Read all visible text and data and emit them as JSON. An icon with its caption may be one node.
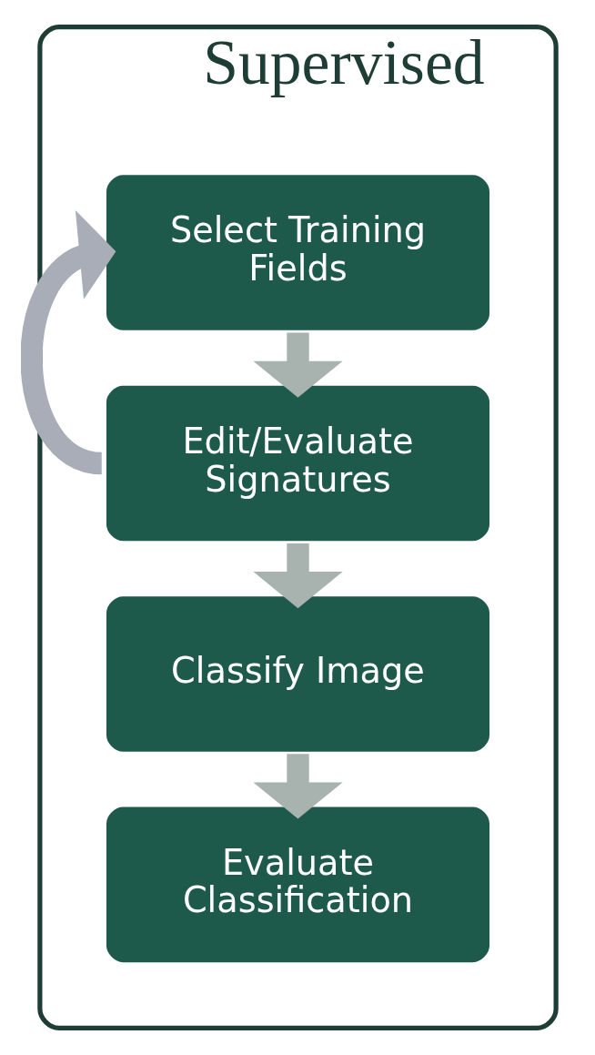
{
  "diagram": {
    "nodes": [
      {
        "text": [
          "Supervised"
        ]
      },
      {
        "text": [
          "Select Training Fields"
        ],
        "in": 0
      },
      {
        "text": [
          "Edit/Evaluate Signatures"
        ],
        "in": 0
      },
      {
        "text": [
          "Classify Image"
        ],
        "in": 0
      },
      {
        "text": [
          "Evaluate Classification"
        ],
        "in": 0
      }
    ],
    "edges": [
      {
        "from": 1,
        "to": 2,
        "arrow": "to"
      },
      {
        "from": 2,
        "to": 3,
        "arrow": "to"
      },
      {
        "from": 3,
        "to": 4,
        "arrow": "to"
      },
      {
        "from": 2,
        "to": 1,
        "arrow": "to",
        "color": "#a9adb8"
      }
    ]
  }
}
